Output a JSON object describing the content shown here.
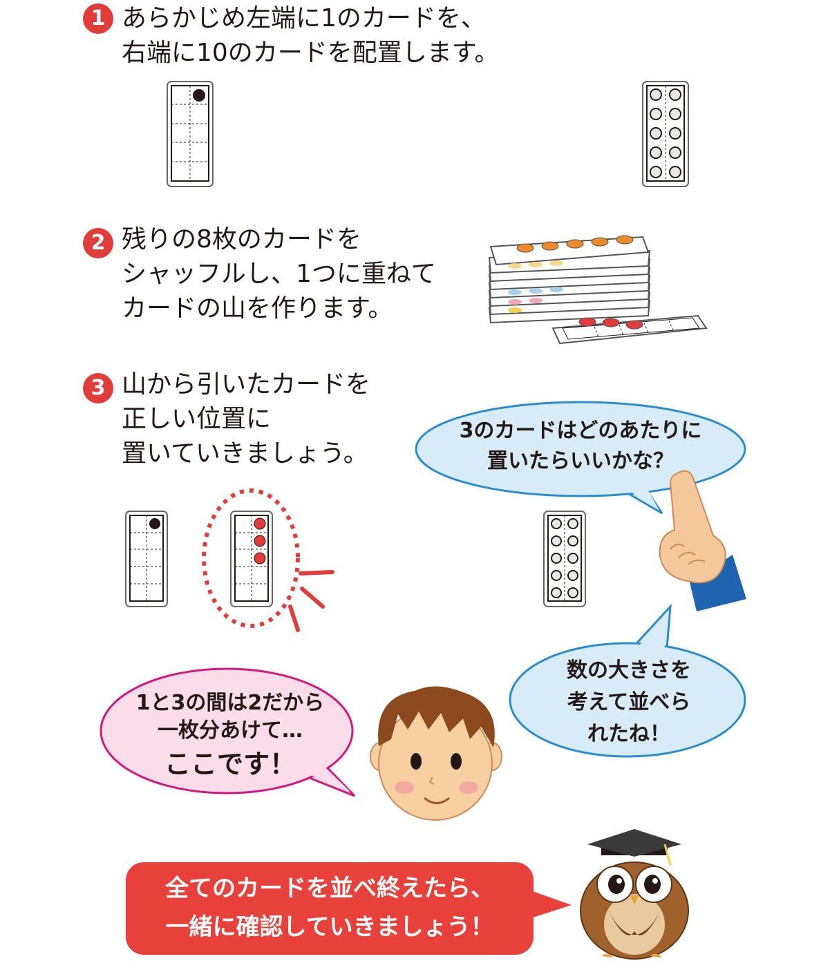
{
  "steps": [
    {
      "number": "1",
      "text": "あらかじめ左端に1のカードを、\n右端に10のカードを配置します。"
    },
    {
      "number": "2",
      "text": "残りの8枚のカードを\nシャッフルし、1つに重ねて\nカードの山を作ります。"
    },
    {
      "number": "3",
      "text": "山から引いたカードを\n正しい位置に\n置いていきましょう。"
    }
  ],
  "bubbles": {
    "question": "3のカードはどのあたりに\n置いたらいいかな？",
    "praise": "数の大きさを\n考えて並べら\nれたね！",
    "child_line1": "1と3の間は2だから\n一枚分あけて…",
    "child_line2": "ここです！"
  },
  "banner": {
    "text": "全てのカードを並べ終えたら、\n一緒に確認していきましょう！"
  },
  "colors": {
    "accent_red": "#e03c3a",
    "bubble_blue": "#d7ecf8",
    "bubble_blue_border": "#2a8ccc",
    "bubble_pink": "#fbdde9",
    "bubble_pink_border": "#d4187b",
    "banner_red": "#e8413c"
  },
  "icons": [
    "ten-frame-card-1",
    "ten-frame-card-10",
    "card-pile",
    "ten-frame-card-3",
    "pointing-hand",
    "boy-face",
    "owl-professor"
  ]
}
